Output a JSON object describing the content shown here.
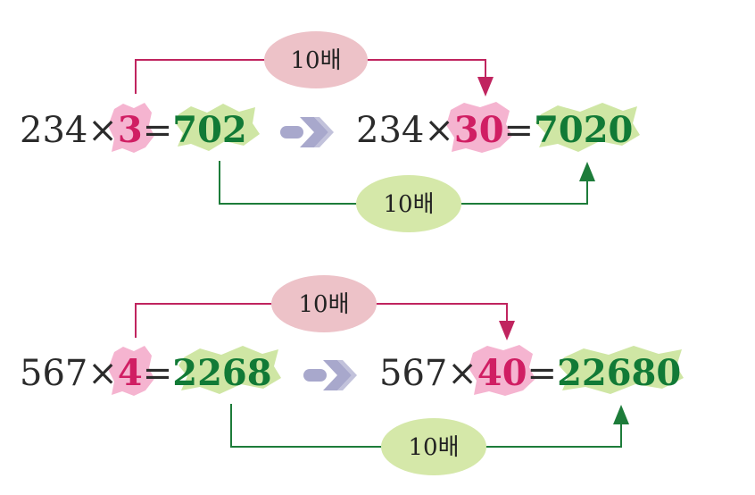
{
  "colors": {
    "multiplier": "#d01e63",
    "multiplier_blob": "#f5b4d0",
    "product": "#117a36",
    "product_blob": "#cfe6a4",
    "top_pill": "#edc2c8",
    "bottom_pill": "#d5e8a9",
    "top_line": "#c0245f",
    "bottom_line": "#1d7c3a",
    "implies_arrow": "#a8a8cc",
    "text": "#2b2b2b"
  },
  "examples": [
    {
      "left": {
        "base": "234",
        "times": "×",
        "multiplier": "3",
        "equals": "=",
        "product": "702"
      },
      "right": {
        "base": "234",
        "times": "×",
        "multiplier": "30",
        "equals": "=",
        "product": "7020"
      },
      "top_label": "10배",
      "bottom_label": "10배"
    },
    {
      "left": {
        "base": "567",
        "times": "×",
        "multiplier": "4",
        "equals": "=",
        "product": "2268"
      },
      "right": {
        "base": "567",
        "times": "×",
        "multiplier": "40",
        "equals": "=",
        "product": "22680"
      },
      "top_label": "10배",
      "bottom_label": "10배"
    }
  ]
}
